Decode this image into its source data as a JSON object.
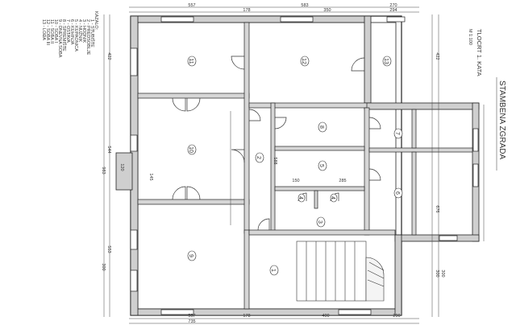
{
  "title_block": {
    "title": "STAMBENA ZGRADA",
    "subtitle": "TLOCRT 1. KATA",
    "scale": "M 1:100"
  },
  "legend": {
    "heading": "KAZALO:",
    "items": [
      "1 - STUBIŠTE",
      "2 - PREDSOBLJE",
      "3 - HODNIK",
      "4 - NUŽNIK",
      "5 - KUPAONICA",
      "6 - KUHINJA",
      "7 - OSTAVA",
      "8 - SPREMIŠTE",
      "9 - DNEVNA SOBA",
      "10 - SOBA I",
      "11 - SOBA II",
      "12 - SOBA III",
      "13 - LOĐA"
    ]
  },
  "dimensions": {
    "top": [
      "557",
      "178",
      "583",
      "350",
      "270",
      "294"
    ],
    "bottom": [
      "557",
      "735",
      "178",
      "400",
      "290"
    ],
    "left": [
      "422",
      "544",
      "983",
      "553",
      "300"
    ],
    "right": [
      "422",
      "676",
      "300",
      "300"
    ],
    "inner": [
      "120",
      "145",
      "588",
      "150",
      "285"
    ]
  },
  "rooms": [
    "11",
    "12",
    "13",
    "10",
    "9",
    "8",
    "7",
    "6",
    "5",
    "4",
    "4",
    "3",
    "2",
    "1"
  ]
}
